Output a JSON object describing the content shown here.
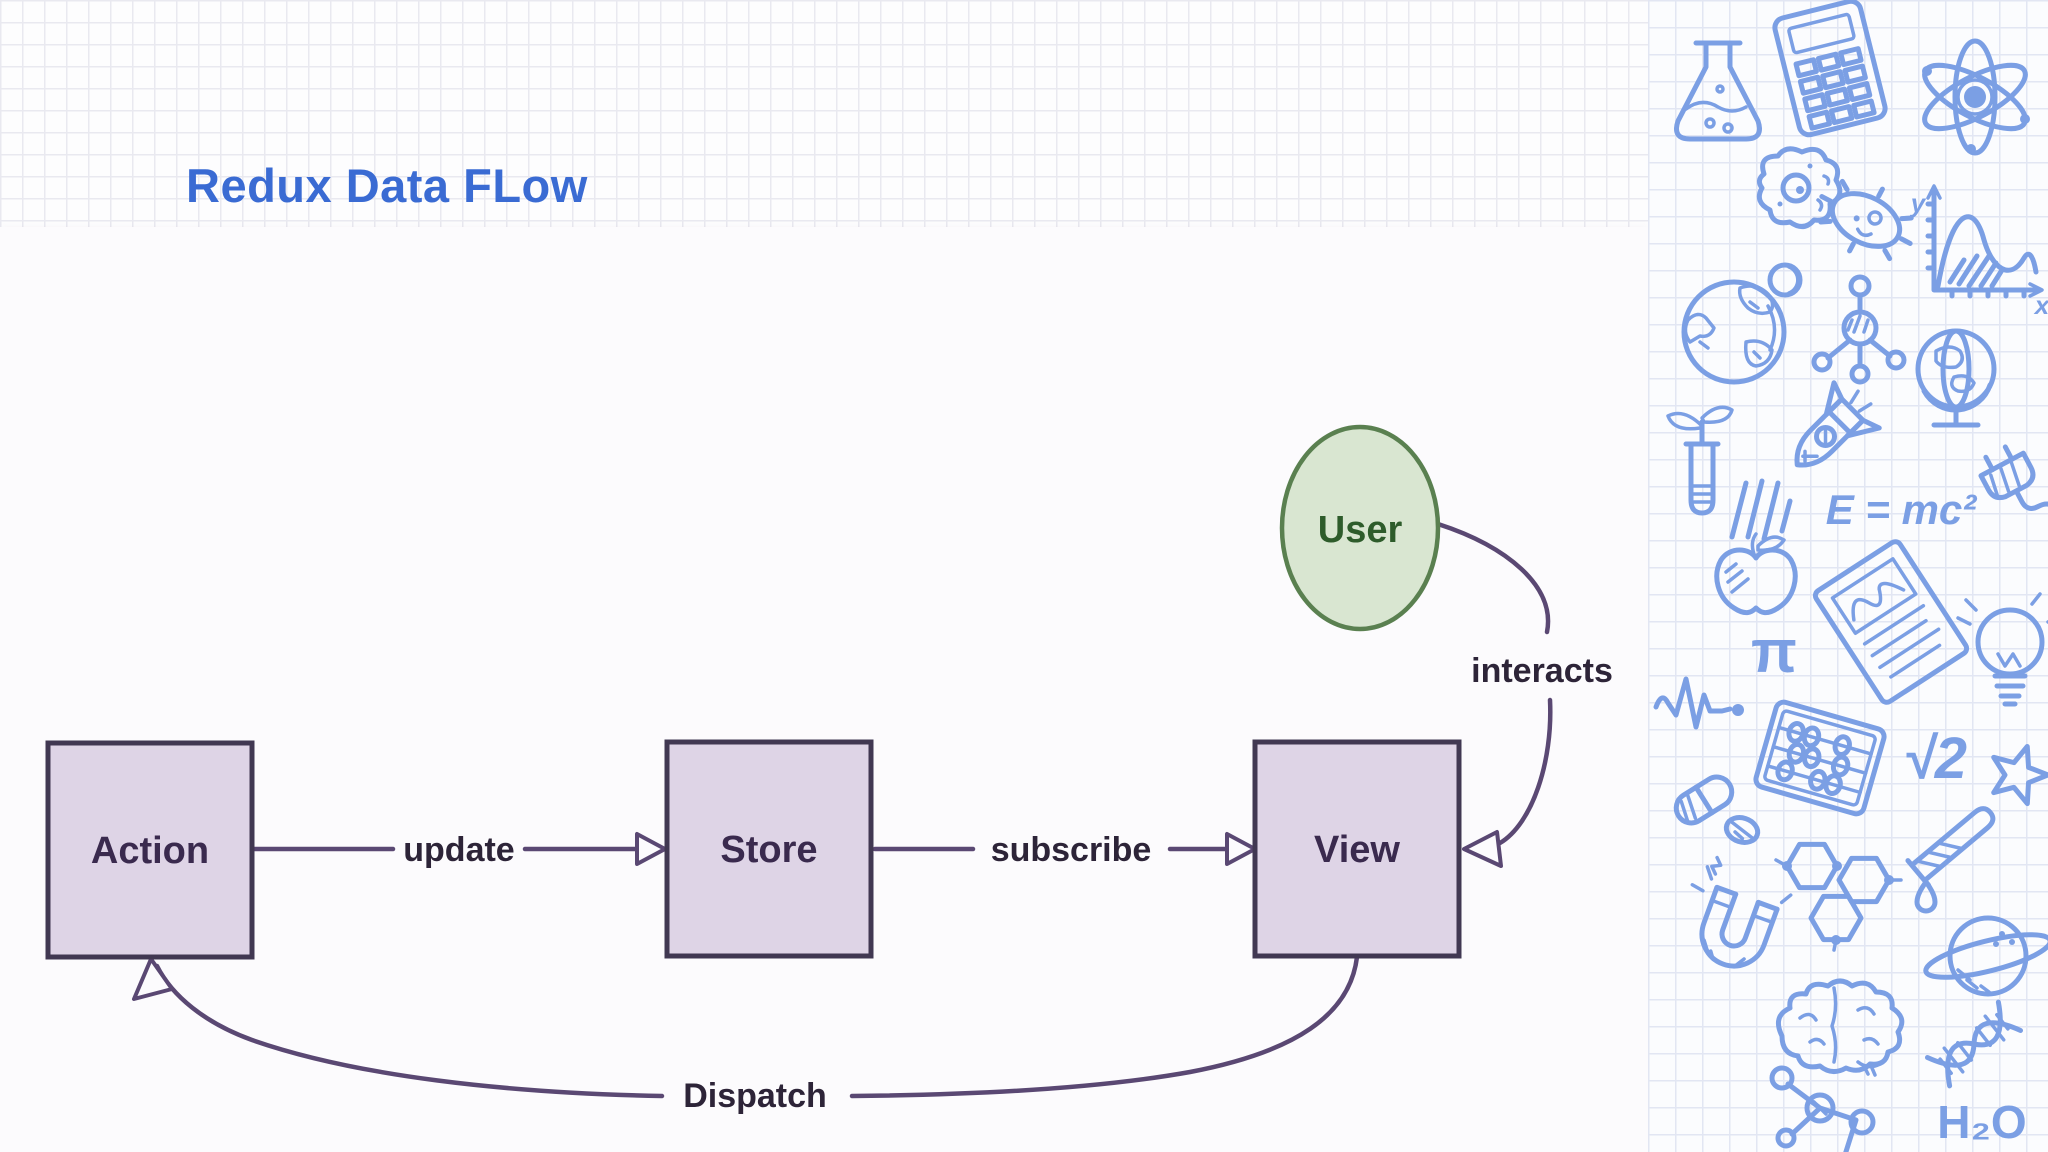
{
  "header": {
    "title": "Redux Data FLow"
  },
  "diagram": {
    "nodes": [
      {
        "id": "action",
        "label": "Action",
        "shape": "rect"
      },
      {
        "id": "store",
        "label": "Store",
        "shape": "rect"
      },
      {
        "id": "view",
        "label": "View",
        "shape": "rect"
      },
      {
        "id": "user",
        "label": "User",
        "shape": "ellipse"
      }
    ],
    "edges": [
      {
        "from": "Action",
        "to": "Store",
        "label": "update"
      },
      {
        "from": "Store",
        "to": "View",
        "label": "subscribe"
      },
      {
        "from": "User",
        "to": "View",
        "label": "interacts"
      },
      {
        "from": "View",
        "to": "Action",
        "label": "Dispatch"
      }
    ]
  },
  "right_panel": {
    "icons": [
      "flask-icon",
      "calculator-icon",
      "atom-icon",
      "cell-icon",
      "bacteria-icon",
      "stats-chart-icon",
      "moon-icon",
      "earth-icon",
      "molecule-node-icon",
      "desk-globe-icon",
      "plant-test-tube-icon",
      "rocket-icon",
      "electric-plug-icon",
      "triple-lines-icon",
      "apple-icon",
      "pi-icon",
      "notebook-icon",
      "lightbulb-icon",
      "ecg-pulse-icon",
      "abacus-icon",
      "star-icon",
      "pill-capsule-icon",
      "magnet-icon",
      "benzene-rings-icon",
      "test-tube-icon",
      "water-drop-icon",
      "saturn-icon",
      "brain-icon",
      "dna-icon",
      "molecule-icon"
    ],
    "formulas": {
      "emc2": "E = mc²",
      "sqrt2": "√2",
      "h2o": "H₂O",
      "pi": "π",
      "chart_x": "x",
      "chart_y": "y"
    }
  },
  "colors": {
    "title": "#3a6bd3",
    "doodle": "#7b9fe4",
    "box_fill": "#ded4e6",
    "box_border": "#413852",
    "box_text": "#3a2a4e",
    "edge": "#5a4873",
    "edge_label": "#2d2438",
    "user_fill": "#d9e6d1",
    "user_border": "#5a8050",
    "user_text": "#2e5c2b"
  }
}
